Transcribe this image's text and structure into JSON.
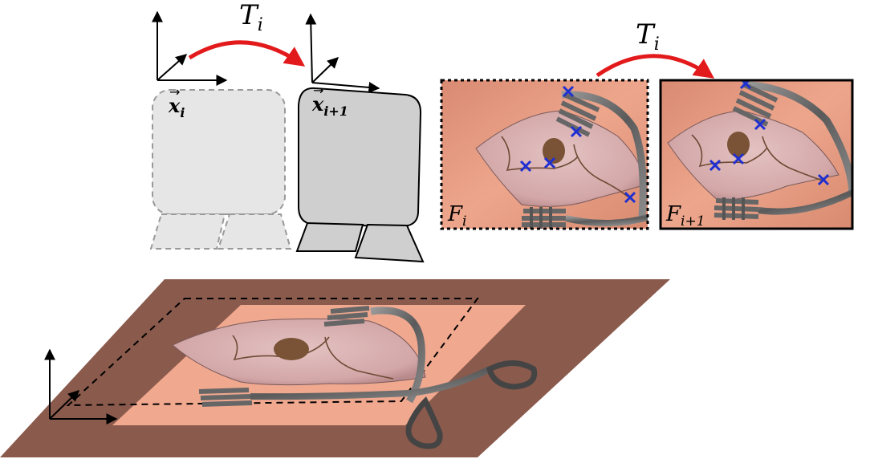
{
  "labels": {
    "transform_left": {
      "base": "T",
      "sub": "i"
    },
    "transform_right": {
      "base": "T",
      "sub": "i"
    },
    "pose_i": {
      "base": "x",
      "sub": "i"
    },
    "pose_i1": {
      "base": "x",
      "sub": "i+1"
    },
    "frame_i": {
      "base": "F",
      "sub": "i"
    },
    "frame_i1": {
      "base": "F",
      "sub": "i+1"
    }
  },
  "colors": {
    "transform_arrow": "#e31a1c",
    "marker": "#1f2fd1",
    "background_tissue": "#e8a28a",
    "organ": "#d8aeb0",
    "lesion": "#7a5236",
    "ground_plane": "#8a5a4c",
    "ground_inner": "#f0a88f",
    "camera_ghost": "#e6e6e6",
    "camera_solid": "#cfcfcf"
  },
  "icons": {
    "markers": "x-cross-icon",
    "tool": "surgical-forceps-icon",
    "camera": "camera-body-icon"
  }
}
